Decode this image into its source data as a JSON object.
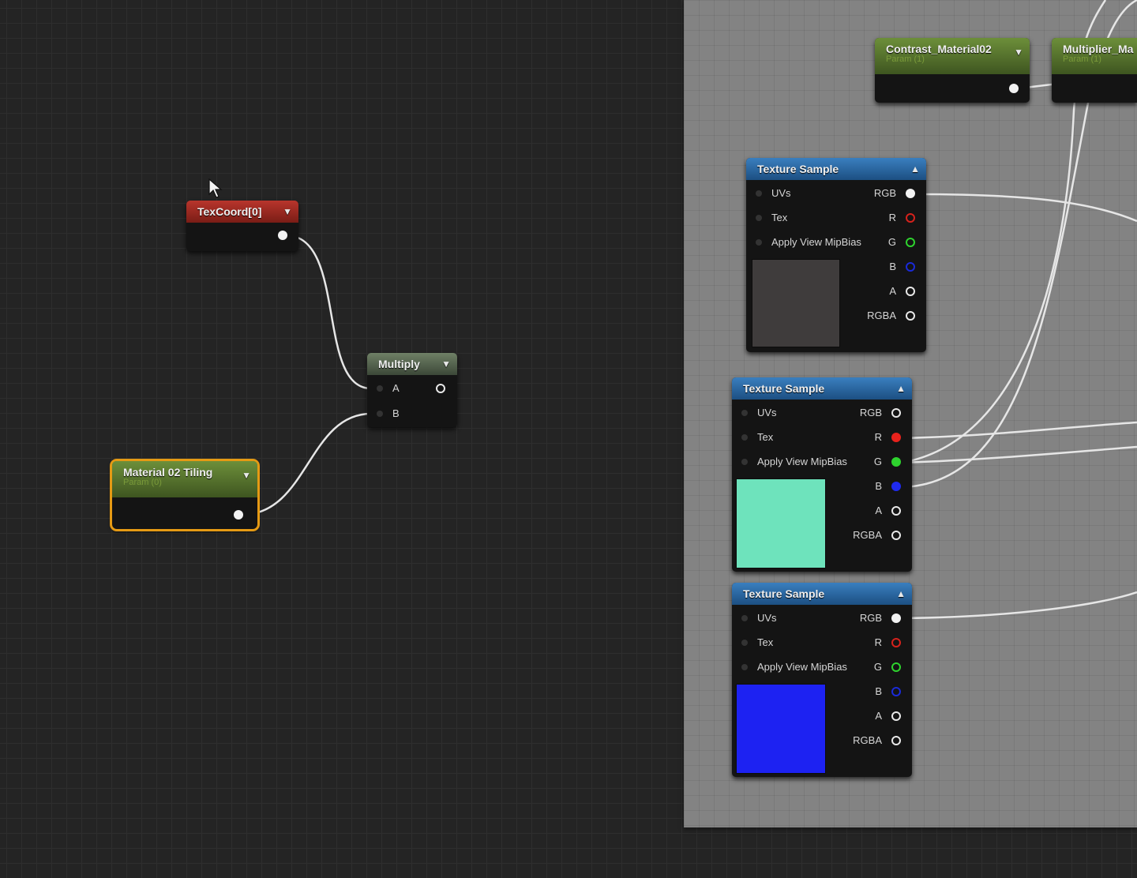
{
  "editor": {
    "colors": {
      "graph_bg": "#242424",
      "comment_bg": "#838383",
      "selection": "#e59a14"
    }
  },
  "nodes": {
    "texcoord": {
      "title": "TexCoord[0]",
      "color": "#b8352c",
      "arrow": "▼"
    },
    "multiply": {
      "title": "Multiply",
      "arrow": "▼",
      "pin_a": "A",
      "pin_b": "B"
    },
    "tiling": {
      "title": "Material 02 Tiling",
      "subtitle": "Param (0)",
      "arrow": "▼",
      "selected": true
    },
    "contrast": {
      "title": "Contrast_Material02",
      "subtitle": "Param (1)",
      "arrow": "▼"
    },
    "multiplier": {
      "title": "Multiplier_Ma",
      "subtitle": "Param (1)"
    },
    "texture_samples": [
      {
        "title": "Texture Sample",
        "arrow": "▲",
        "inputs": [
          "UVs",
          "Tex",
          "Apply View MipBias"
        ],
        "outputs": [
          "RGB",
          "R",
          "G",
          "B",
          "A",
          "RGBA"
        ],
        "preview_color": "#3f3c3c"
      },
      {
        "title": "Texture Sample",
        "arrow": "▲",
        "inputs": [
          "UVs",
          "Tex",
          "Apply View MipBias"
        ],
        "outputs": [
          "RGB",
          "R",
          "G",
          "B",
          "A",
          "RGBA"
        ],
        "preview_color": "#6ee3bc"
      },
      {
        "title": "Texture Sample",
        "arrow": "▲",
        "inputs": [
          "UVs",
          "Tex",
          "Apply View MipBias"
        ],
        "outputs": [
          "RGB",
          "R",
          "G",
          "B",
          "A",
          "RGBA"
        ],
        "preview_color": "#1d22f2"
      }
    ]
  }
}
